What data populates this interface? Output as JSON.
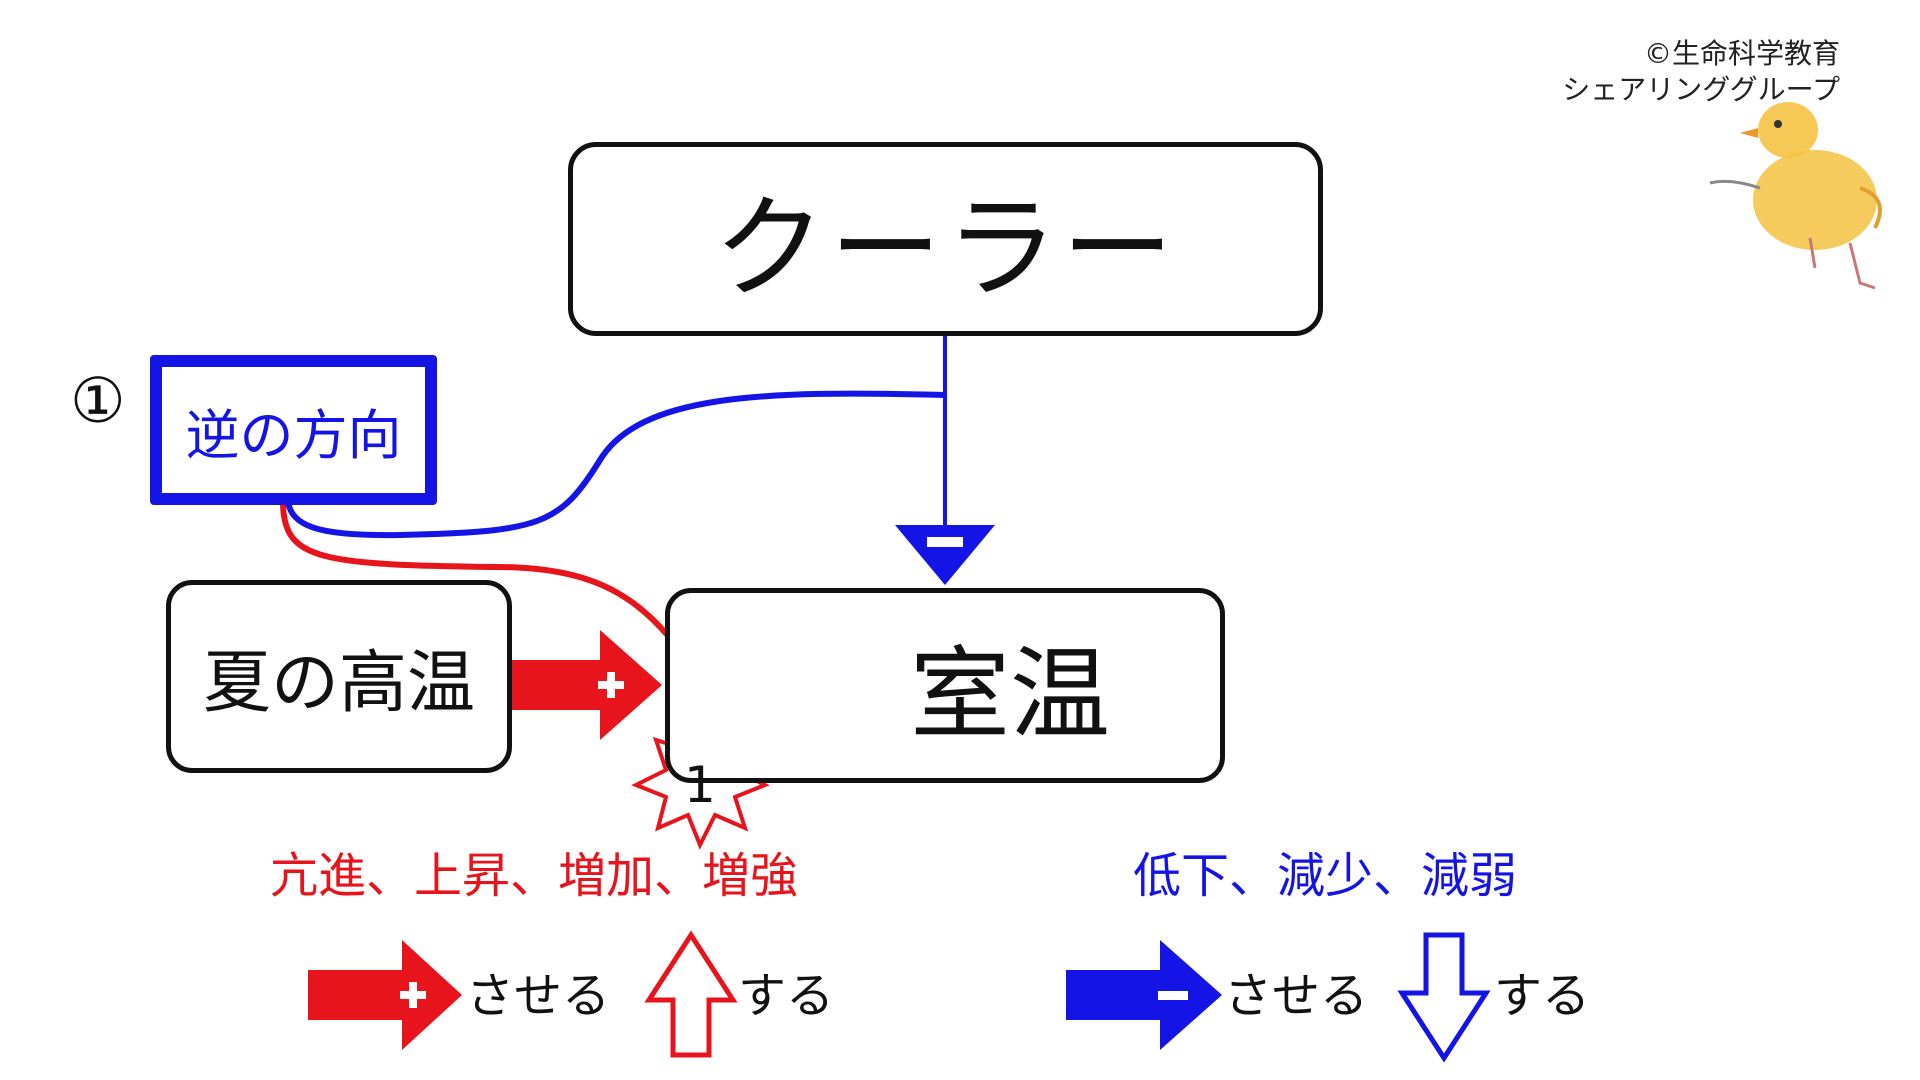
{
  "copyright": {
    "line1": "©生命科学教育",
    "line2": "シェアリンググループ"
  },
  "nodes": {
    "cooler": "クーラー",
    "reverse_direction": "逆の方向",
    "summer_heat": "夏の高温",
    "room_temp": "室温"
  },
  "circled_number": "①",
  "burst_number": "1",
  "signs": {
    "plus": "+",
    "minus": "−"
  },
  "legend": {
    "increase_terms": "亢進、上昇、増加、増強",
    "decrease_terms": "低下、減少、減弱",
    "plus_arrow_text": "させる",
    "up_arrow_text": "する",
    "minus_arrow_text": "させる",
    "down_arrow_text": "する"
  },
  "colors": {
    "red": "#e8141c",
    "blue": "#1414e6",
    "black": "#111111",
    "chick": "#f5c242"
  }
}
